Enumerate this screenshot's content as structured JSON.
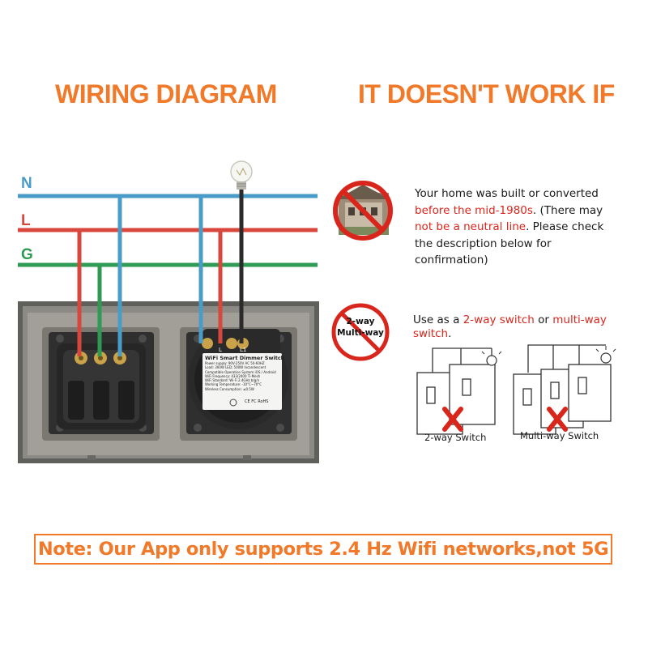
{
  "headings": {
    "wiring_diagram": "WIRING DIAGRAM",
    "doesnt_work": "IT DOESN'T WORK IF"
  },
  "wires": {
    "n": {
      "label": "N",
      "color": "#4a9cc8"
    },
    "l": {
      "label": "L",
      "color": "#d9463c"
    },
    "g": {
      "label": "G",
      "color": "#2f9a54"
    },
    "load": {
      "color": "#2b2b2b"
    }
  },
  "module": {
    "title": "WiFi Smart Dimmer Switch",
    "terminal_l": "L",
    "terminal_l1": "L1",
    "specs": [
      "Power supply: 90V-250V AC  50-60HZ",
      "Load: 300W LED; 500W Incandescent",
      "Compatible Operation System iOS / Android",
      "WiFi Frequency: 433/2400 Ti-Mesh",
      "WiFi Standard: Wi-Fi 2.4GHz b/g/n",
      "Working Temperature: -10°C~70°C",
      "Wireless Consumption: ≤0.5W"
    ],
    "cert": "CE FC RoHS"
  },
  "condition1": {
    "text_a": "Your home was built or converted ",
    "highlight_a": "before the mid-1980s",
    "text_b": ". (There may ",
    "highlight_b": "not be a neutral line",
    "text_c": ". Please check the description below for confirmation)"
  },
  "condition2": {
    "sign_label_1": "2-way",
    "sign_label_2": "Multi-way",
    "text_a": "Use as a ",
    "highlight_a": "2-way switch",
    "text_b": " or ",
    "highlight_b": "multi-way switch",
    "text_c": "."
  },
  "captions": {
    "two_way": "2-way Switch",
    "multi_way": "Multi-way Switch"
  },
  "note": "Note: Our App only supports 2.4 Hz Wifi networks,not 5G",
  "colors": {
    "accent_orange": "#f0792a",
    "warning_red": "#d9261c"
  }
}
